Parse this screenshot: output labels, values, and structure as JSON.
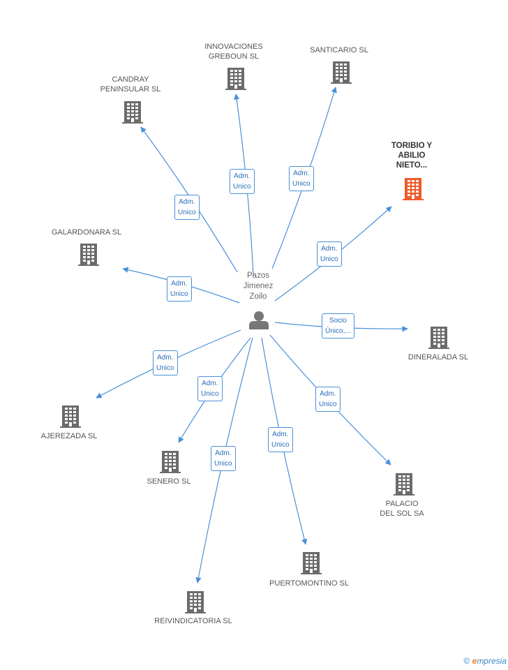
{
  "center": {
    "name": "Pazos\nJimenez\nZoilo",
    "icon": "person-icon",
    "color": "#777777"
  },
  "icon_color": "#6b6b6b",
  "highlight_color": "#f05a28",
  "edge_color": "#4a90d9",
  "companies": [
    {
      "id": "innovaciones",
      "name": "INNOVACIONES\nGREBOUN SL",
      "icon": "building-icon",
      "edge": "Adm.\nUnico"
    },
    {
      "id": "santicario",
      "name": "SANTICARIO SL",
      "icon": "building-icon",
      "edge": "Adm.\nUnico"
    },
    {
      "id": "candray",
      "name": "CANDRAY\nPENINSULAR SL",
      "icon": "building-icon",
      "edge": "Adm.\nUnico"
    },
    {
      "id": "toribio",
      "name": "TORIBIO Y\nABILIO\nNIETO...",
      "icon": "building-icon",
      "highlight": true,
      "edge": "Adm.\nUnico"
    },
    {
      "id": "galardonara",
      "name": "GALARDONARA SL",
      "icon": "building-icon",
      "edge": "Adm.\nUnico"
    },
    {
      "id": "dineralada",
      "name": "DINERALADA SL",
      "icon": "building-icon",
      "edge": "Socio\nÚnico,..."
    },
    {
      "id": "ajerezada",
      "name": "AJEREZADA SL",
      "icon": "building-icon",
      "edge": "Adm.\nUnico"
    },
    {
      "id": "senero",
      "name": "SENERO SL",
      "icon": "building-icon",
      "edge": "Adm.\nUnico"
    },
    {
      "id": "reivindicatoria",
      "name": "REIVINDICATORIA SL",
      "icon": "building-icon",
      "edge": "Adm.\nUnico"
    },
    {
      "id": "puertomontino",
      "name": "PUERTOMONTINO SL",
      "icon": "building-icon",
      "edge": "Adm.\nUnico"
    },
    {
      "id": "palacio",
      "name": "PALACIO\nDEL SOL SA",
      "icon": "building-icon",
      "edge": "Adm.\nUnico"
    }
  ],
  "footer": {
    "copyright": "©",
    "brand_initial": "e",
    "brand_rest": "mpresia"
  }
}
